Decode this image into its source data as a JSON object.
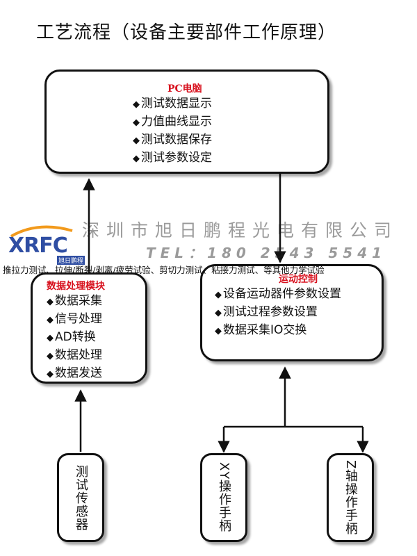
{
  "title": "工艺流程（设备主要部件工作原理）",
  "pc_box": {
    "title": "PC电脑",
    "items": [
      "测试数据显示",
      "力值曲线显示",
      "测试数据保存",
      "测试参数设定"
    ]
  },
  "data_box": {
    "title": "数据处理模块",
    "items": [
      "数据采集",
      "信号处理",
      "AD转换",
      "数据处理",
      "数据发送"
    ]
  },
  "motion_box": {
    "title": "运动控制",
    "items": [
      "设备运动器件参数设置",
      "测试过程参数设置",
      "数据采集IO交换"
    ]
  },
  "sensor_box": {
    "label": "测试传感器"
  },
  "xy_box": {
    "label": "XY操作手柄"
  },
  "z_box": {
    "label": "Z轴操作手柄"
  },
  "bullet": "◆",
  "watermark": {
    "logo": "XRFC",
    "logo_sub": "旭日鹏程",
    "company": "深圳市旭日鹏程光电有限公司",
    "phone": "TEL：180 2543 5541",
    "services": "推拉力测试、拉伸/断裂/剥离/疲劳试验、剪切力测试、粘接力测试、等其他力学试验"
  },
  "colors": {
    "box_title": "#d8121f",
    "logo": "#2f4ea3"
  }
}
